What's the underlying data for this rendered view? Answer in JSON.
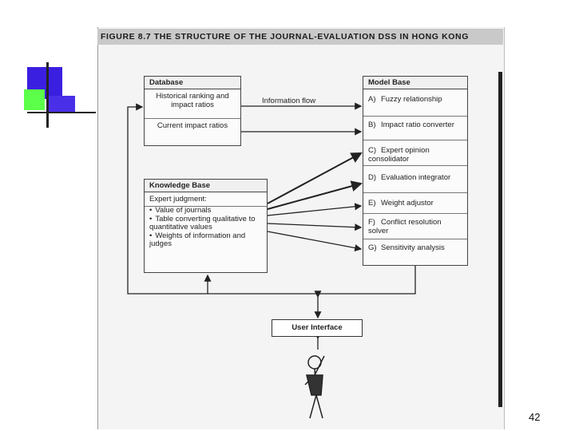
{
  "figure": {
    "title": "FIGURE 8.7  The Structure of the Journal-Evaluation DSS in Hong Kong"
  },
  "database": {
    "header": "Database",
    "items": [
      "Historical ranking and impact ratios",
      "Current impact ratios"
    ]
  },
  "flow_label": "Information flow",
  "model_base": {
    "header": "Model Base",
    "items": [
      {
        "lead": "A)",
        "text": "Fuzzy relationship"
      },
      {
        "lead": "B)",
        "text": "Impact ratio converter"
      },
      {
        "lead": "C)",
        "text": "Expert opinion consolidator"
      },
      {
        "lead": "D)",
        "text": "Evaluation integrator"
      },
      {
        "lead": "E)",
        "text": "Weight adjustor"
      },
      {
        "lead": "F)",
        "text": "Conflict resolution solver"
      },
      {
        "lead": "G)",
        "text": "Sensitivity analysis"
      }
    ]
  },
  "knowledge_base": {
    "header": "Knowledge Base",
    "subheader": "Expert judgment:",
    "bullets": [
      "Value of journals",
      "Table converting qualitative to quantitative values",
      "Weights of information and judges"
    ]
  },
  "user_interface": {
    "label": "User Interface"
  },
  "slide": {
    "page_number": "42"
  },
  "colors": {
    "deco_blue": "#3b1fe0",
    "deco_purple": "#6a4cf0",
    "deco_green": "#5cff4a"
  }
}
